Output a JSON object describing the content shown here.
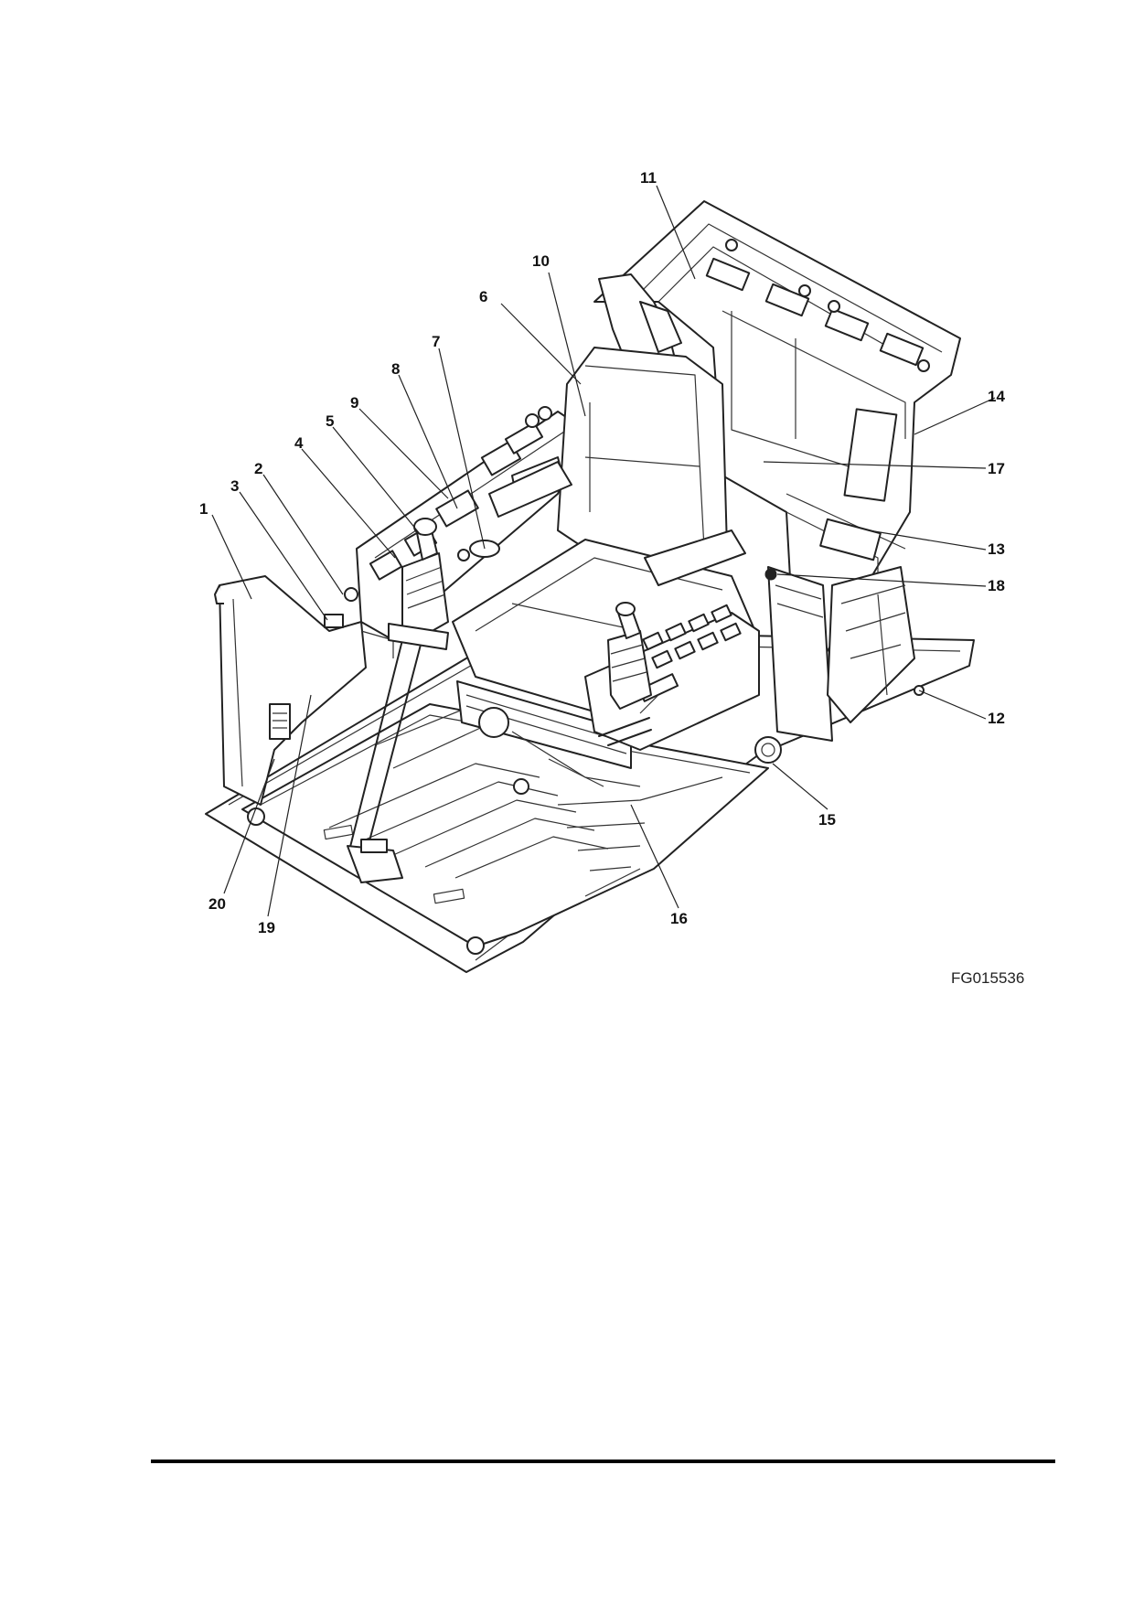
{
  "figure": {
    "code": "FG015536",
    "callouts": [
      "1",
      "2",
      "3",
      "4",
      "5",
      "6",
      "7",
      "8",
      "9",
      "10",
      "11",
      "12",
      "13",
      "14",
      "15",
      "16",
      "17",
      "18",
      "19",
      "20"
    ]
  }
}
